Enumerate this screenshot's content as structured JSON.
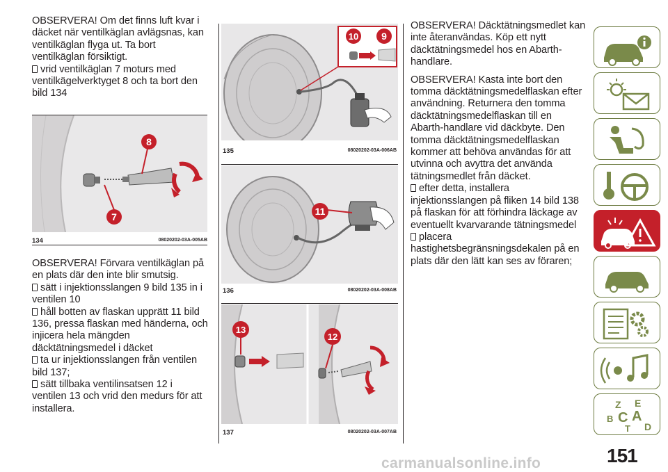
{
  "column1": {
    "p1": "OBSERVERA! Om det finns luft kvar i däcket när ventilkäglan avlägsnas, kan ventilkäglan flyga ut. Ta bort ventilkäglan försiktigt.",
    "b1": "vrid ventilkäglan 7 moturs med ventilkägelverktyget 8 och ta bort den bild 134",
    "p2": "OBSERVERA! Förvara ventilkäglan på en plats där den inte blir smutsig.",
    "b2": "sätt i injektionsslangen 9 bild 135 in i ventilen 10",
    "b3": "håll botten av flaskan upprätt 11 bild 136, pressa flaskan med händerna, och injicera hela mängden däcktätningsmedel i däcket",
    "b4": "ta ur injektionsslangen från ventilen bild 137;",
    "b5": "sätt tillbaka ventilinsatsen 12 i ventilen 13 och vrid den medurs för att installera."
  },
  "figures": {
    "f134": {
      "number": "134",
      "code": "08020202-03A-005AB",
      "labels": [
        "8",
        "7"
      ]
    },
    "f135": {
      "number": "135",
      "code": "08020202-03A-006AB",
      "labels": [
        "10",
        "9"
      ]
    },
    "f136": {
      "number": "136",
      "code": "08020202-03A-008AB",
      "labels": [
        "11"
      ]
    },
    "f137": {
      "number": "137",
      "code": "08020202-03A-007AB",
      "labels": [
        "13",
        "12"
      ]
    }
  },
  "column3": {
    "p1": "OBSERVERA! Däcktätningsmedlet kan inte återanvändas. Köp ett nytt däcktätningsmedel hos en Abarth-handlare.",
    "p2": "OBSERVERA! Kasta inte bort den tomma däcktätningsmedelflaskan efter användning. Returnera den tomma däcktätningsmedelflaskan till en Abarth-handlare vid däckbyte. Den tomma däcktätningsmedelflaskan kommer att behöva användas för att utvinna och avyttra det använda tätningsmedlet från däcket.",
    "b1": "efter detta, installera injektionsslangen på fliken 14 bild 138 på flaskan för att förhindra läckage av eventuellt kvarvarande tätningsmedel",
    "b2": "placera hastighetsbegränsningsdekalen på en plats där den lätt kan ses av föraren;"
  },
  "sidebar_tabs": [
    {
      "icon": "car-info-icon",
      "active": false
    },
    {
      "icon": "warning-lights-envelope-icon",
      "active": false
    },
    {
      "icon": "seat-airbag-icon",
      "active": false
    },
    {
      "icon": "key-steering-wheel-icon",
      "active": false
    },
    {
      "icon": "emergency-warning-icon",
      "active": true
    },
    {
      "icon": "car-service-icon",
      "active": false
    },
    {
      "icon": "technical-data-gears-icon",
      "active": false
    },
    {
      "icon": "media-music-icon",
      "active": false
    },
    {
      "icon": "alphabetical-index-icon",
      "active": false
    }
  ],
  "sidebar_index_letters": [
    "Z",
    "E",
    "A",
    "B",
    "C",
    "T",
    "D"
  ],
  "colors": {
    "accent_red": "#c4202a",
    "tab_border": "#6b7a3f",
    "badge_red": "#c4202a"
  },
  "page_number": "151",
  "watermark": "carmanualsonline.info"
}
